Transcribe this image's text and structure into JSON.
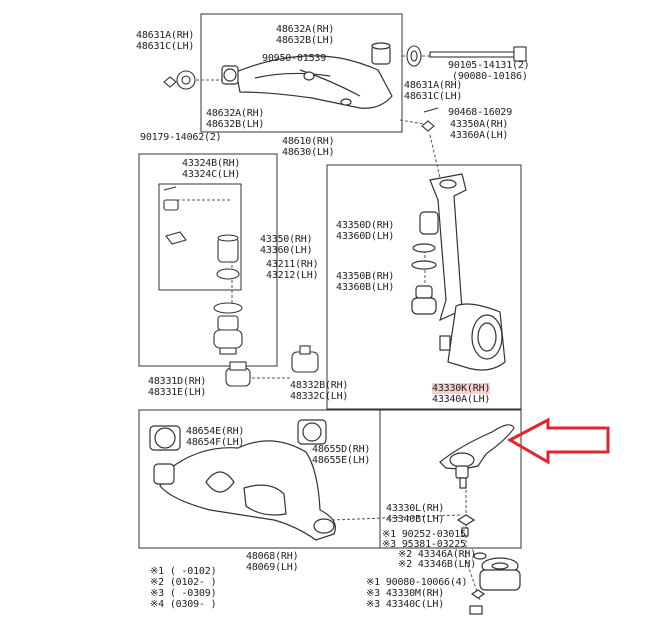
{
  "labels": {
    "l48631A": "48631A(RH)",
    "l48631C": "48631C(LH)",
    "l48632A_top": "48632A(RH)",
    "l48632B_top": "48632B(LH)",
    "l90950": "90950-01539",
    "l48632A_mid": "48632A(RH)",
    "l48632B_mid": "48632B(LH)",
    "l90105": "90105-14131(2)",
    "l90080_10186": "(90080-10186)",
    "l48631A_r": "48631A(RH)",
    "l48631C_r": "48631C(LH)",
    "l90468": "90468-16029",
    "l43350A": "43350A(RH)",
    "l43360A": "43360A(LH)",
    "l90179": "90179-14062(2)",
    "l48610": "48610(RH)",
    "l48630": "48630(LH)",
    "l43324B": "43324B(RH)",
    "l43324C": "43324C(LH)",
    "l43350D": "43350D(RH)",
    "l43360D": "43360D(LH)",
    "l43350": "43350(RH)",
    "l43360": "43360(LH)",
    "l43211": "43211(RH)",
    "l43212": "43212(LH)",
    "l43350B": "43350B(RH)",
    "l43360B": "43360B(LH)",
    "l48331D": "48331D(RH)",
    "l48331E": "48331E(LH)",
    "l48332B": "48332B(RH)",
    "l48332C": "48332C(LH)",
    "l43330K": "43330K(RH)",
    "l43340A": "43340A(LH)",
    "l48654E": "48654E(RH)",
    "l48654F": "48654F(LH)",
    "l48655D": "48655D(RH)",
    "l48655E": "48655E(LH)",
    "l43330L": "43330L(RH)",
    "l43340B": "43340B(LH)",
    "l90252": "※1 90252-03015",
    "l95381": "※3 95381-03225",
    "l43346A": "※2 43346A(RH)",
    "l43346B": "※2 43346B(LH)",
    "l48068": "48068(RH)",
    "l48069": "48069(LH)",
    "l90080_10066": "※1 90080-10066(4)",
    "l43330M": "※3 43330M(RH)",
    "l43340C": "※3 43340C(LH)"
  },
  "legend": {
    "row1": "※1 (      -0102)",
    "row2": "※2 (0102-      )",
    "row3": "※3 (      -0309)",
    "row4": "※4 (0309-      )"
  },
  "colors": {
    "ink": "#222222",
    "highlight": "#f6d0cf",
    "arrow": "#e3242b"
  }
}
